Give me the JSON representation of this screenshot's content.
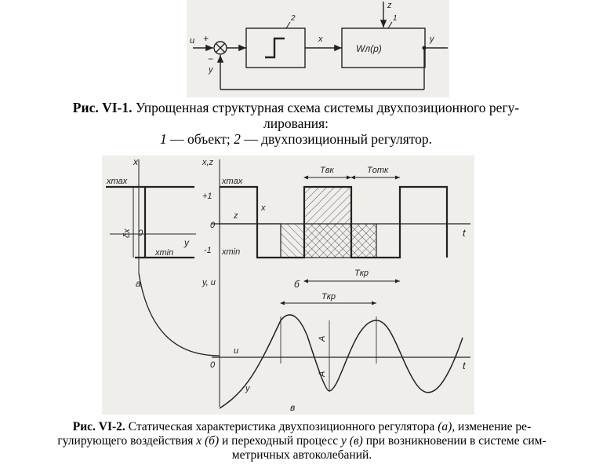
{
  "figure1": {
    "input_u": "u",
    "plus": "+",
    "minus": "−",
    "feedback_y": "y",
    "signal_x": "x",
    "output_y": "y",
    "disturbance_z": "z",
    "block_object_label": "Wл(p)",
    "object_number": "1",
    "regulator_number": "2"
  },
  "caption1": {
    "prefix": "Рис. VI-1.",
    "line1": " Упрощенная структурная схема системы двухпозиционного регу-",
    "line2": "лирования:",
    "n1": "1",
    "t1": " — объект; ",
    "n2": "2",
    "t2": " — двухпозиционный регулятор."
  },
  "figure2": {
    "a": {
      "x_axis": "x",
      "y_axis": "y",
      "xmax": "xmax",
      "xmin": "xmin",
      "delta": "δx",
      "zero": "0",
      "letter": "а"
    },
    "b": {
      "axis": "x,z",
      "xmax": "xmax",
      "xmin": "xmin",
      "plus1": "+1",
      "zero": "0",
      "minus1": "-1",
      "x_curve": "x",
      "z_curve": "z",
      "t_axis": "t",
      "t_on": "Tвк",
      "t_off": "Tотк",
      "t_kr": "Tкр",
      "letter": "б"
    },
    "v": {
      "axis": "y, u",
      "zero": "0",
      "u_label": "u",
      "y_label": "y",
      "amp1": "A",
      "amp2": "A",
      "t_kr": "Tкр",
      "t_axis": "t",
      "letter": "в"
    }
  },
  "caption2": {
    "prefix": "Рис. VI-2.",
    "s1": " Статическая характеристика двухпозиционного регулятора ",
    "a": "(а),",
    "s2": " изменение ре-",
    "s3": "гулирующего воздействия ",
    "xb": "x (б)",
    "s4": " и переходный процесс ",
    "yv": "y (в)",
    "s5": " при возникновении в системе сим-",
    "s6": "метричных автоколебаний."
  }
}
